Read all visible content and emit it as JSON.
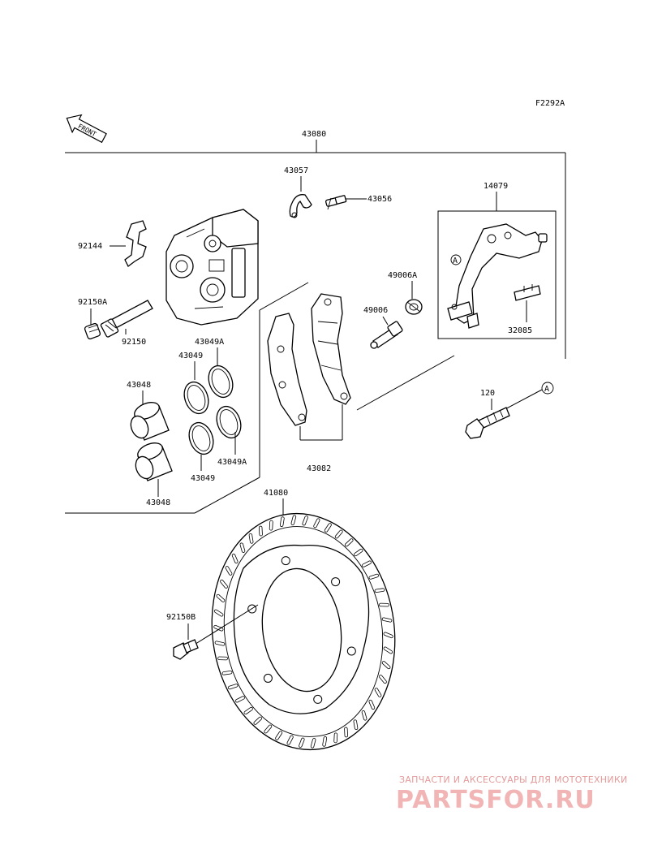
{
  "figure_code": "F2292A",
  "front_label": "FRONT",
  "callouts": {
    "assembly": "43080",
    "c43057": "43057",
    "c43056": "43056",
    "c14079": "14079",
    "c92144": "92144",
    "c49006A": "49006A",
    "c92150A": "92150A",
    "c49006": "49006",
    "c92150": "92150",
    "c32085": "32085",
    "c43049A_top": "43049A",
    "c43049_top": "43049",
    "c43048_top": "43048",
    "c120": "120",
    "c43049A_bot": "43049A",
    "c43082": "43082",
    "c43049_bot": "43049",
    "c43048_bot": "43048",
    "c41080": "41080",
    "c92150B": "92150B",
    "ref_a": "A"
  },
  "watermark": {
    "tagline": "ЗАПЧАСТИ И АКСЕССУАРЫ ДЛЯ МОТОТЕХНИКИ",
    "logo": "PARTSFOR.RU"
  }
}
